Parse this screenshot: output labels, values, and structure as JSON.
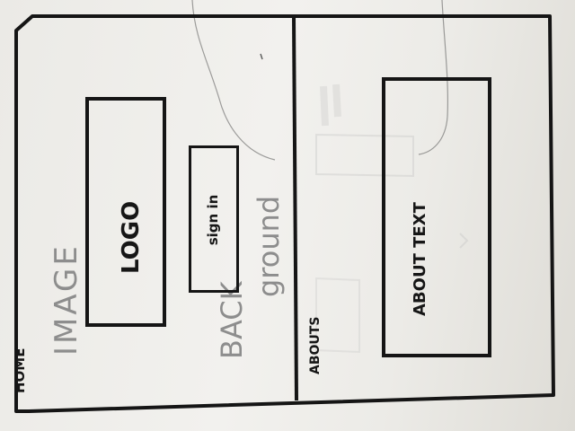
{
  "home": {
    "nav_label": "HOME",
    "background_words": [
      "IMAGE",
      "BACK",
      "ground"
    ],
    "logo_text": "LOGO",
    "sign_in_label": "sign in"
  },
  "abouts": {
    "section_label": "ABOUTS",
    "about_text": "ABOUT TEXT"
  },
  "colors": {
    "ink": "#151515",
    "pencil": "#8d8d8d",
    "paper": "#efeeea"
  }
}
